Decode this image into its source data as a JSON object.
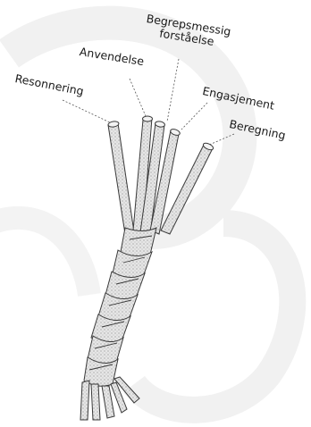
{
  "labels": {
    "resonnering": "Resonnering",
    "anvendelse": "Anvendelse",
    "begrep_line1": "Begrepsmessig",
    "begrep_line2": "forståelse",
    "engasjement": "Engasjement",
    "beregning": "Beregning"
  },
  "colors": {
    "background": "#ffffff",
    "watermark": "#f1f1f1",
    "rope_fill": "#e4e4e4",
    "rope_outline": "#3a3a3a",
    "leader_line": "#555555",
    "text": "#1a1a1a"
  }
}
